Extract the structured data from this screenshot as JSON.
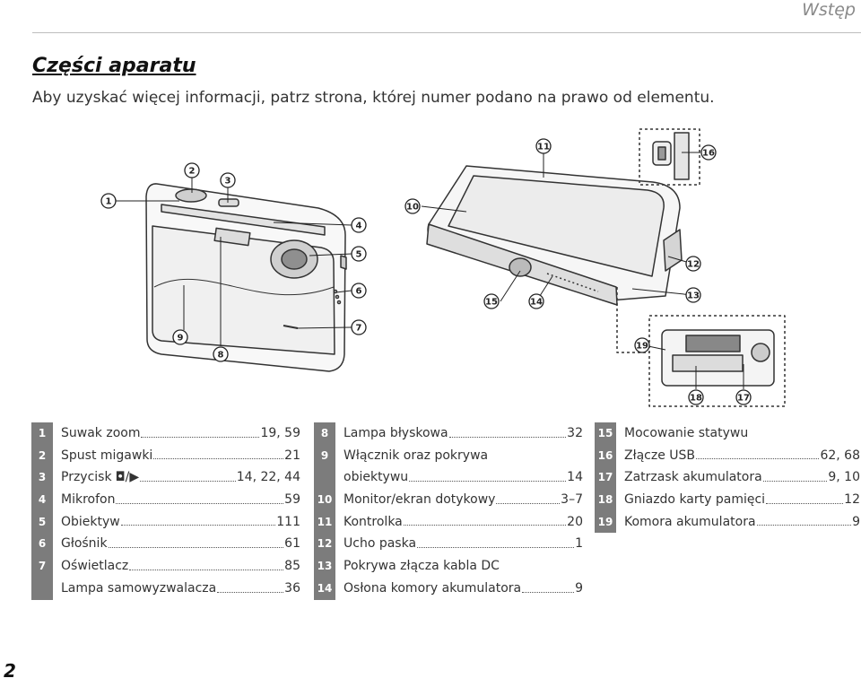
{
  "header": {
    "section": "Wstęp"
  },
  "title": "Części aparatu",
  "intro": "Aby uzyskać więcej informacji, patrz strona, której numer podano na prawo od elementu.",
  "callouts": [
    "1",
    "2",
    "3",
    "4",
    "5",
    "6",
    "7",
    "8",
    "9",
    "10",
    "11",
    "12",
    "13",
    "14",
    "15",
    "16",
    "17",
    "18",
    "19"
  ],
  "parts": {
    "col1": [
      {
        "num": "1",
        "label": "Suwak zoom",
        "page": "19, 59"
      },
      {
        "num": "2",
        "label": "Spust migawki",
        "page": "21"
      },
      {
        "num": "3",
        "label": "Przycisk",
        "icons": "◘/▶",
        "page": "14, 22, 44"
      },
      {
        "num": "4",
        "label": "Mikrofon",
        "page": "59"
      },
      {
        "num": "5",
        "label": "Obiektyw",
        "page": "111"
      },
      {
        "num": "6",
        "label": "Głośnik",
        "page": "61"
      },
      {
        "num": "7",
        "label": "Oświetlacz",
        "page": "85"
      },
      {
        "num": "",
        "label": "Lampa samowyzwalacza",
        "page": "36"
      }
    ],
    "col2": [
      {
        "num": "8",
        "label": "Lampa błyskowa",
        "page": "32"
      },
      {
        "num": "9",
        "label": "Włącznik oraz pokrywa",
        "page": ""
      },
      {
        "num": "",
        "label": "obiektywu",
        "page": "14"
      },
      {
        "num": "10",
        "label": "Monitor/ekran dotykowy",
        "page": "3–7"
      },
      {
        "num": "11",
        "label": "Kontrolka",
        "page": "20"
      },
      {
        "num": "12",
        "label": "Ucho paska",
        "page": "1"
      },
      {
        "num": "13",
        "label": "Pokrywa złącza kabla DC",
        "page": ""
      },
      {
        "num": "14",
        "label": "Osłona komory akumulatora",
        "page": "9"
      }
    ],
    "col3": [
      {
        "num": "15",
        "label": "Mocowanie statywu",
        "page": ""
      },
      {
        "num": "16",
        "label": "Złącze USB",
        "page": "62, 68"
      },
      {
        "num": "17",
        "label": "Zatrzask akumulatora",
        "page": "9, 10"
      },
      {
        "num": "18",
        "label": "Gniazdo karty pamięci",
        "page": "12"
      },
      {
        "num": "19",
        "label": "Komora akumulatora",
        "page": "9"
      }
    ]
  },
  "page_number": "2"
}
